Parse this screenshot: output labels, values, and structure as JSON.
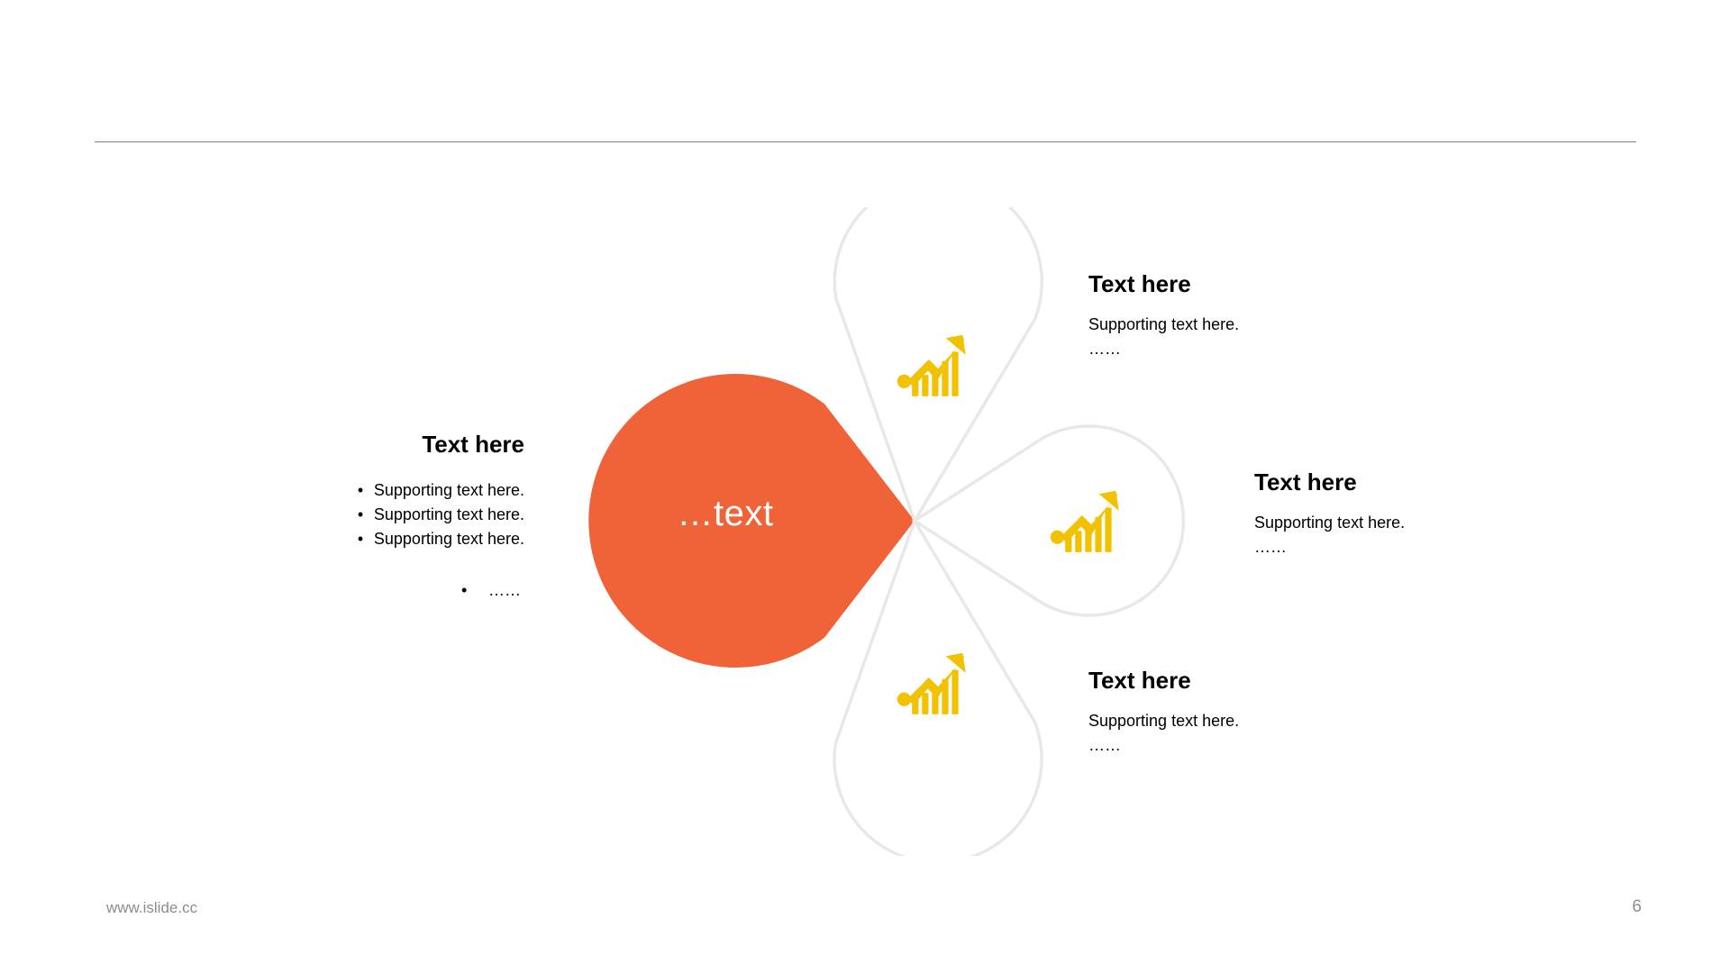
{
  "slide": {
    "center_label": "…text",
    "divider_color": "#808080",
    "accent_color": "#F06338",
    "icon_color": "#F2C200",
    "petal_outline_color": "#E8E8E8"
  },
  "left_block": {
    "heading": "Text here",
    "bullets": [
      "Supporting  text here.",
      "Supporting  text here.",
      "Supporting  text here."
    ],
    "bullet_glyph": "•",
    "more": "……"
  },
  "right_blocks": [
    {
      "heading": "Text here",
      "line1": "Supporting  text here.",
      "line2": "……",
      "icon": "growth-chart-icon"
    },
    {
      "heading": "Text here",
      "line1": "Supporting  text here.",
      "line2": "……",
      "icon": "growth-chart-icon"
    },
    {
      "heading": "Text here",
      "line1": "Supporting  text here.",
      "line2": "……",
      "icon": "growth-chart-icon"
    }
  ],
  "footer": {
    "url": "www.islide.cc",
    "page_number": "6"
  }
}
